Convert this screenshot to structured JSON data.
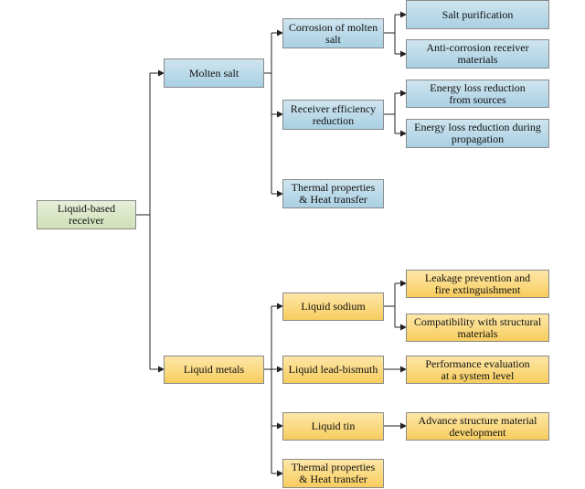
{
  "diagram": {
    "root": {
      "label": "Liquid-based receiver"
    },
    "molten_salt": {
      "label": "Molten salt",
      "corrosion": {
        "label": "Corrosion of molten\nsalt"
      },
      "efficiency": {
        "label": "Receiver efficiency\nreduction"
      },
      "thermal": {
        "label": "Thermal properties\n& Heat transfer"
      },
      "salt_purification": {
        "label": "Salt purification"
      },
      "anti_corrosion": {
        "label": "Anti-corrosion receiver materials"
      },
      "loss_sources": {
        "label": "Energy loss reduction\nfrom sources"
      },
      "loss_propagation": {
        "label": "Energy loss reduction during\npropagation"
      }
    },
    "liquid_metals": {
      "label": "Liquid metals",
      "sodium": {
        "label": "Liquid sodium"
      },
      "lead_bismuth": {
        "label": "Liquid lead-bismuth"
      },
      "tin": {
        "label": "Liquid tin"
      },
      "thermal": {
        "label": "Thermal properties\n& Heat transfer"
      },
      "leakage": {
        "label": "Leakage prevention and\nfire extinguishment"
      },
      "compatibility": {
        "label": "Compatibility with structural\nmaterials"
      },
      "performance": {
        "label": "Performance evaluation\nat a system level"
      },
      "advance": {
        "label": "Advance structure material\ndevelopment"
      }
    }
  }
}
